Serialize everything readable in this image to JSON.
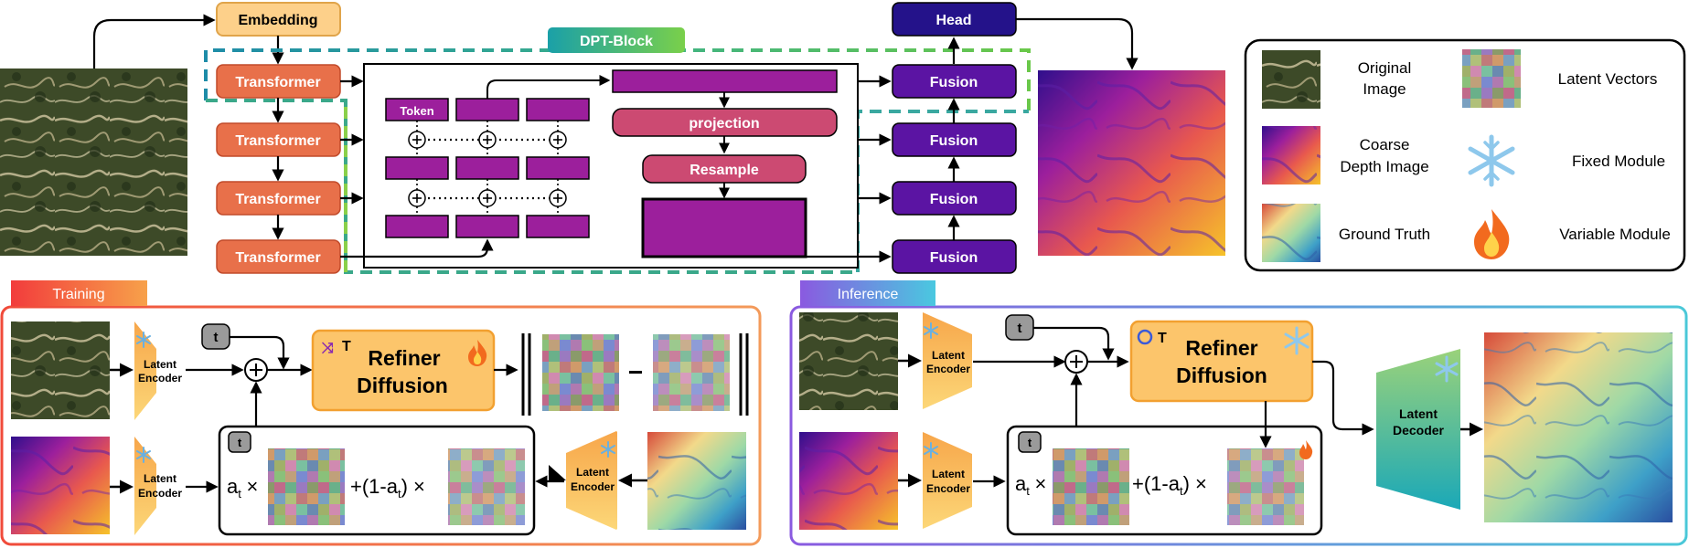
{
  "top": {
    "embedding": "Embedding",
    "transformer": "Transformer",
    "dpt_block": "DPT-Block",
    "token": "Token",
    "projection": "projection",
    "resample": "Resample",
    "head": "Head",
    "fusion": "Fusion"
  },
  "legend": {
    "original_image": [
      "Original",
      "Image"
    ],
    "coarse_depth": [
      "Coarse",
      "Depth Image"
    ],
    "ground_truth": "Ground Truth",
    "latent_vectors": "Latent Vectors",
    "fixed_module": "Fixed Module",
    "variable_module": "Variable Module"
  },
  "training": {
    "title": "Training",
    "latent_encoder": [
      "Latent",
      "Encoder"
    ],
    "t": "t",
    "T": "T",
    "refiner": [
      "Refiner",
      "Diffusion"
    ],
    "minus": "−",
    "at": "a",
    "at_sub": "t",
    "times": "×",
    "one_minus_prefix": "+(1-a",
    "one_minus_suffix": ") ×"
  },
  "inference": {
    "title": "Inference",
    "latent_encoder": [
      "Latent",
      "Encoder"
    ],
    "latent_decoder": [
      "Latent",
      "Decoder"
    ],
    "t": "t",
    "T": "T",
    "refiner": [
      "Refiner",
      "Diffusion"
    ],
    "at": "a",
    "at_sub": "t",
    "times": "×",
    "one_minus_prefix": "+(1-a",
    "one_minus_suffix": ") ×"
  },
  "colors": {
    "transformer": "#e8704a",
    "fusion": "#5b14a3",
    "head": "#24128a",
    "embedding": "#fdd08a",
    "purple_block": "#9c1f9c",
    "pink_block": "#cc4a72",
    "refiner": "#fcc56b",
    "training_border": "#f07a40",
    "inference_border": "#8f6ad8"
  }
}
